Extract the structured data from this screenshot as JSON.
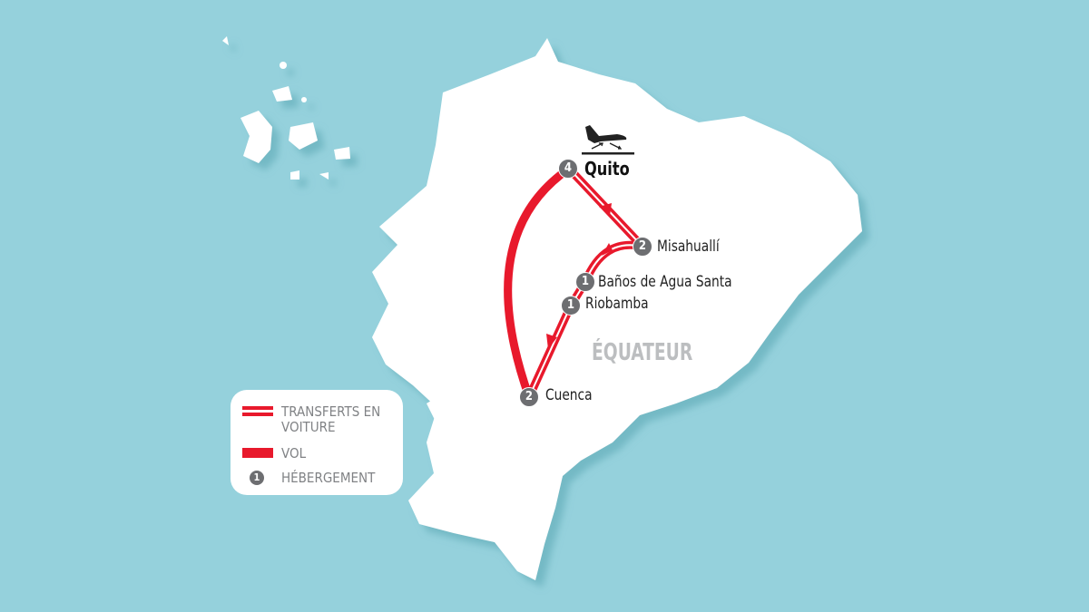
{
  "map": {
    "country_label": "ÉQUATEUR",
    "airport_icon": "airplane-arrivals-icon",
    "stops": [
      {
        "name": "Quito",
        "nights": "4"
      },
      {
        "name": "Misahuallí",
        "nights": "2"
      },
      {
        "name": "Baños de Agua Santa",
        "nights": "1"
      },
      {
        "name": "Riobamba",
        "nights": "1"
      },
      {
        "name": "Cuenca",
        "nights": "2"
      }
    ]
  },
  "legend": {
    "car_transfer": "TRANSFERTS EN VOITURE",
    "flight": "VOL",
    "lodging_badge": "1",
    "lodging": "HÉBERGEMENT"
  },
  "colors": {
    "sea": "#95d1dc",
    "land": "#ffffff",
    "route": "#e8192c",
    "badge": "#6d6e71"
  }
}
